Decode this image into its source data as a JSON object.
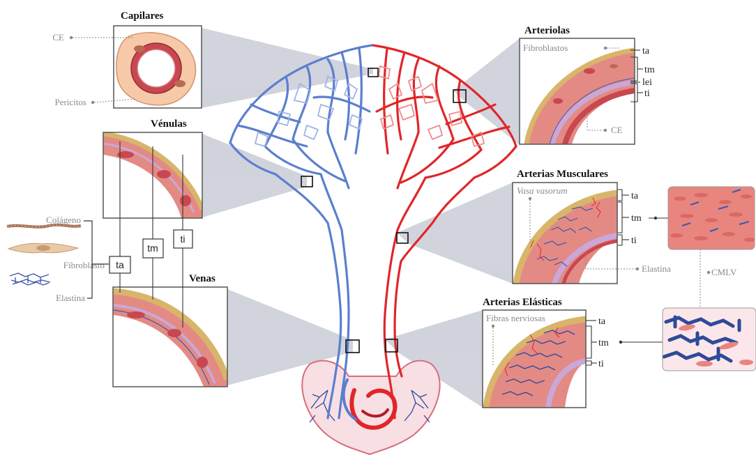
{
  "colors": {
    "vein_blue": "#4a74c9",
    "artery_red": "#e0262a",
    "wedge_gray": "#c9ccd6",
    "adventitia": "#d8b56a",
    "media": "#e48a84",
    "intima": "#c8a8d8",
    "endothelium": "#c9474f",
    "elastin": "#3a5aa8",
    "label_gray": "#8a8a8a"
  },
  "panels": {
    "capilares": {
      "title": "Capilares",
      "ce": "CE",
      "pericitos": "Pericitos"
    },
    "venulas": {
      "title": "Vénulas"
    },
    "venas": {
      "title": "Venas"
    },
    "arteriolas": {
      "title": "Arteriolas",
      "fibroblastos": "Fibroblastos",
      "ce": "CE",
      "ta": "ta",
      "tm": "tm",
      "lei": "lei",
      "ti": "ti"
    },
    "musculares": {
      "title": "Arterias Musculares",
      "vasa": "Vasa vasorum",
      "elastina": "Elastina",
      "ta": "ta",
      "tm": "tm",
      "ti": "ti"
    },
    "elasticas": {
      "title": "Arterias Elásticas",
      "fibras": "Fibras nerviosas",
      "ta": "ta",
      "tm": "tm",
      "ti": "ti"
    }
  },
  "legend": {
    "colageno": "Colágeno",
    "fibroblasto": "Fibroblasto",
    "elastina": "Elastina",
    "box_ta": "ta",
    "box_tm": "tm",
    "box_ti": "ti"
  },
  "cmlv": "CMLV"
}
